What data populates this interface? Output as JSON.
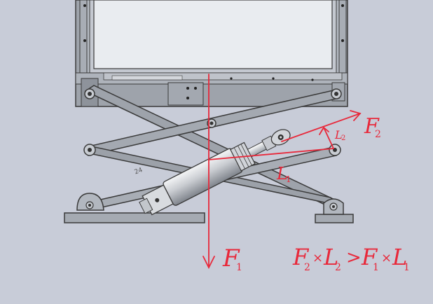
{
  "annotations": {
    "f1_base": "F",
    "f1_sub": "1",
    "f2_base": "F",
    "f2_sub": "2",
    "l1_base": "L",
    "l1_sub": "1",
    "l2_base": "L",
    "l2_sub": "2",
    "inequality": {
      "f2": "F",
      "f2_sub": "2",
      "times1": "×",
      "l2": "L",
      "l2_sub": "2",
      "gt": ">",
      "f1": "F",
      "f1_sub": "1",
      "times2": "×",
      "l1": "L",
      "l1_sub": "1"
    },
    "cylinder_mark": "24"
  },
  "colors": {
    "background": "#c8ccd8",
    "annotation": "#e8283a",
    "metal_dark": "#3a3a3a",
    "metal_mid": "#8a8f98",
    "metal_light": "#dfe2e6"
  }
}
